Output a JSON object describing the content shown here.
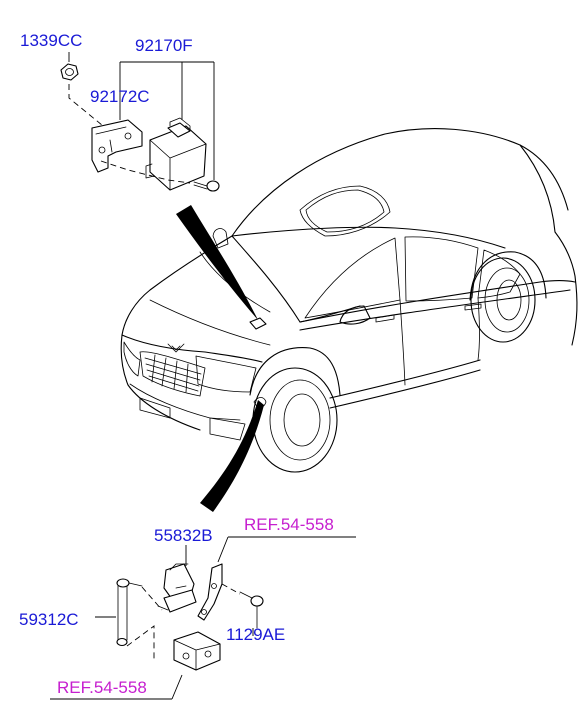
{
  "labels": {
    "nut": "1339CC",
    "module": "92170F",
    "bracket": "92172C",
    "sensor": "55832B",
    "link": "59312C",
    "bolt": "1129AE",
    "ref_top": "REF.54-558",
    "ref_bottom": "REF.54-558"
  },
  "colors": {
    "part_label": "#1a1ad6",
    "ref_label": "#c61fcf",
    "line": "#000000"
  }
}
